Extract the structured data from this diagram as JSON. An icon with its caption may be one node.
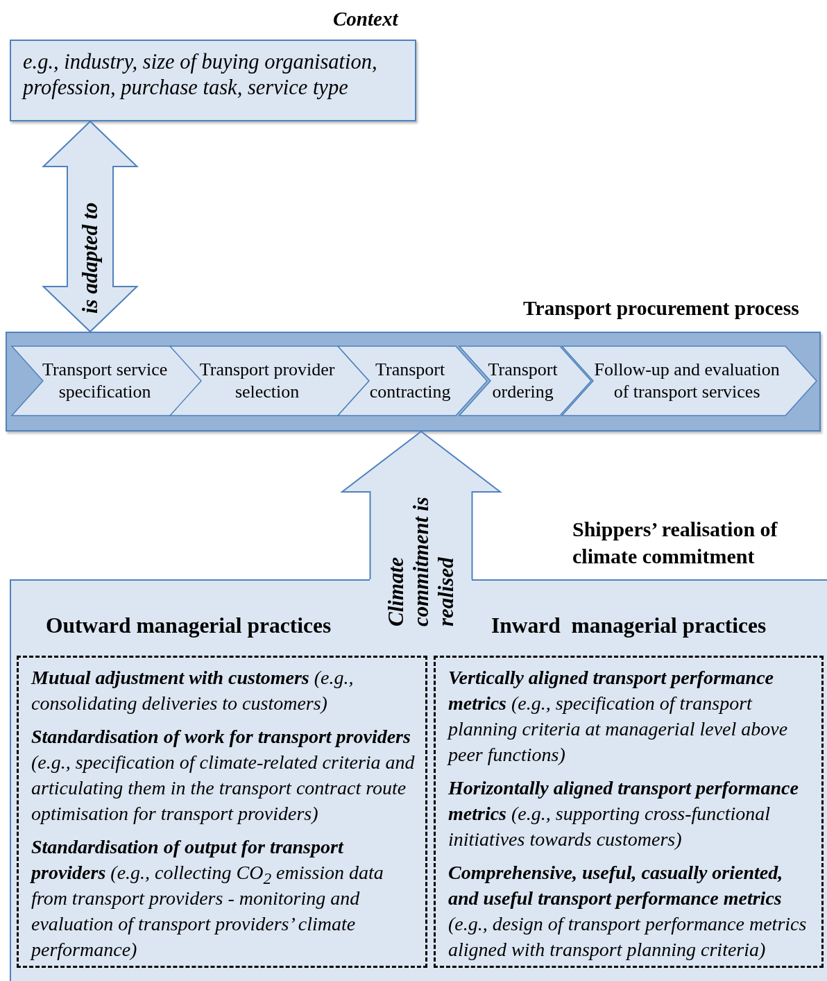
{
  "diagram": {
    "nodes": [
      {
        "text": [
          "Context",
          "e.g., industry, size of buying organisation, profession, purchase task, service type"
        ]
      },
      {
        "text": [
          "Transport procurement process"
        ]
      },
      {
        "text": [
          "Transport service specification"
        ],
        "in": 1
      },
      {
        "text": [
          "Transport provider selection"
        ],
        "in": 1
      },
      {
        "text": [
          "Transport contracting"
        ],
        "in": 1
      },
      {
        "text": [
          "Transport ordering"
        ],
        "in": 1
      },
      {
        "text": [
          "Follow-up and evaluation of transport services"
        ],
        "in": 1
      },
      {
        "text": [
          "Shippers’ realisation of climate commitment"
        ]
      },
      {
        "text": [
          "Outward managerial practices",
          "**Mutual adjustment with customers** (e.g., consolidating deliveries to customers)",
          "**Standardisation of work for transport providers** (e.g., specification of climate-related criteria and articulating them in the transport contract route optimisation for transport providers)",
          "**Standardisation of output for transport providers** (e.g., collecting CO$_{2}$ emission data from transport providers - monitoring and evaluation of transport providers’ climate performance)"
        ],
        "in": 7
      },
      {
        "text": [
          "Inward  managerial practices",
          "**Vertically aligned transport performance metrics** (e.g., specification of transport planning criteria at managerial level above peer functions)",
          "**Horizontally aligned transport performance metrics** (e.g., supporting cross-functional initiatives towards customers)",
          "**Comprehensive, useful, casually oriented, and useful transport performance metrics** (e.g., design of transport performance metrics aligned with transport planning criteria)"
        ],
        "in": 7
      }
    ],
    "edges": [
      {
        "from": 0,
        "to": 1,
        "arrow": "both",
        "label": "is adapted to",
        "style": "thick"
      },
      {
        "from": 7,
        "to": 1,
        "arrow": "to",
        "label": "Climate commitment is realised",
        "style": "thick"
      }
    ]
  }
}
